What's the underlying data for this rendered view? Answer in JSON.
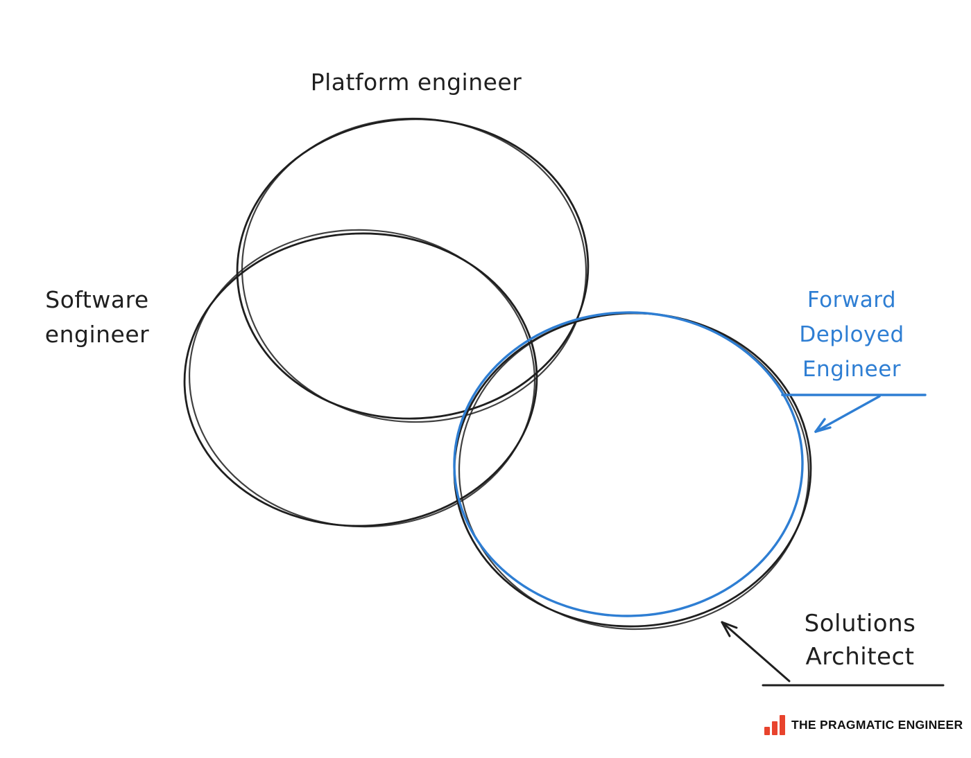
{
  "diagram": {
    "platform_label": "Platform engineer",
    "software_label": [
      "Software",
      "engineer"
    ],
    "fde_label": [
      "Forward",
      "Deployed",
      "Engineer"
    ],
    "solutions_label": [
      "Solutions",
      "Architect"
    ],
    "colors": {
      "ink": "#1f1f1f",
      "blue": "#2e7ed3",
      "logo_red": "#e8432d"
    }
  },
  "footer": {
    "brand": "THE PRAGMATIC ENGINEER"
  }
}
